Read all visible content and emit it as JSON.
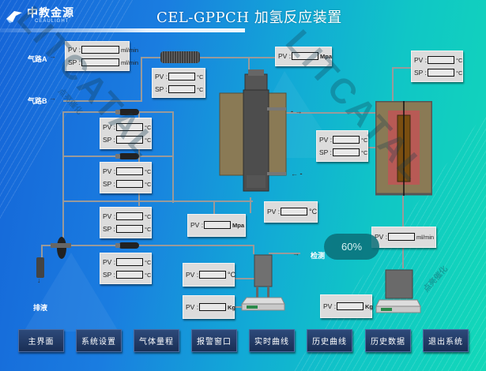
{
  "header": {
    "logo_cn": "中教金源",
    "logo_en": "CEAULIGHT",
    "title": "CEL-GPPCH 加氢反应装置"
  },
  "labels": {
    "gas_a": "气路A",
    "gas_b": "气路B",
    "drain": "排液",
    "detect": "检测"
  },
  "progress": {
    "value": 60,
    "text": "60%"
  },
  "panels": {
    "gas_flow": {
      "pv_label": "PV :",
      "sp_label": "SP :",
      "pv_value": "",
      "sp_value": "",
      "unit": "ml/min"
    },
    "preheat": {
      "pv_label": "PV :",
      "sp_label": "SP :",
      "pv_value": "",
      "sp_value": "",
      "unit": "°C"
    },
    "reactor_pressure": {
      "pv_label": "PV :",
      "pv_value": "",
      "unit": "Mpa"
    },
    "furnace_top": {
      "pv_label": "PV :",
      "sp_label": "SP :",
      "pv_value": "",
      "sp_value": "",
      "unit": "°C"
    },
    "line_heat_1": {
      "pv_label": "PV :",
      "sp_label": "SP :",
      "pv_value": "",
      "sp_value": "",
      "unit": "°C"
    },
    "line_heat_2": {
      "pv_label": "PV :",
      "sp_label": "SP :",
      "pv_value": "",
      "sp_value": "",
      "unit": "°C"
    },
    "furnace_side": {
      "pv_label": "PV :",
      "sp_label": "SP :",
      "pv_value": "",
      "sp_value": "",
      "unit": "°C"
    },
    "line_heat_3": {
      "pv_label": "PV :",
      "sp_label": "SP :",
      "pv_value": "",
      "sp_value": "",
      "unit": "°C"
    },
    "outlet_temp": {
      "pv_label": "PV :",
      "pv_value": "",
      "unit": "°C"
    },
    "system_pressure": {
      "pv_label": "PV :",
      "pv_value": "",
      "unit": "Mpa"
    },
    "line_heat_4": {
      "pv_label": "PV :",
      "sp_label": "SP :",
      "pv_value": "",
      "sp_value": "",
      "unit": "°C"
    },
    "liquid_flow": {
      "pv_label": "PV :",
      "pv_value": "",
      "unit": "ml/min"
    },
    "separator_temp": {
      "pv_label": "PV :",
      "pv_value": "",
      "unit": "°C"
    },
    "balance_left": {
      "pv_label": "PV :",
      "pv_value": "",
      "unit": "Kg"
    },
    "balance_right": {
      "pv_label": "PV :",
      "pv_value": "",
      "unit": "Kg"
    }
  },
  "nav": {
    "buttons": [
      "主界面",
      "系统设置",
      "气体量程",
      "报警窗口",
      "实时曲线",
      "历史曲线",
      "历史数据",
      "退出系统"
    ]
  },
  "watermark": {
    "text": "LITCATAL",
    "sub": "点亮催化"
  },
  "colors": {
    "furnace_body": "#8a7a55",
    "heater": "#b85a55",
    "catalyst": "#7a4e10",
    "pipe": "#9a9a9a"
  }
}
